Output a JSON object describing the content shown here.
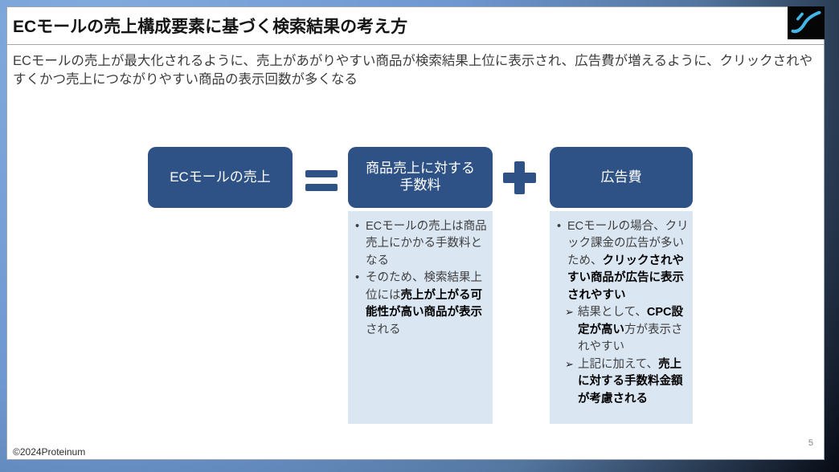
{
  "slide": {
    "title": "ECモールの売上構成要素に基づく検索結果の考え方",
    "lead": "ECモールの売上が最大化されるように、売上があがりやすい商品が検索結果上位に表示され、広告費が増えるように、クリックされやすくかつ売上につながりやすい商品の表示回数が多くなる",
    "footer": {
      "copyright": "©2024Proteinum",
      "page_number": "5"
    }
  },
  "equation": {
    "box_sales": "ECモールの売上",
    "commission_lines": [
      "商品売上に対する",
      "手数料"
    ],
    "box_ads": "広告費",
    "op_equals": "=",
    "op_plus": "+"
  },
  "commission_notes": {
    "items": [
      {
        "marker": "•",
        "level": 1,
        "segments": [
          {
            "text": "ECモールの売上は商品売上にかかる手数料となる",
            "bold": false
          }
        ]
      },
      {
        "marker": "•",
        "level": 1,
        "segments": [
          {
            "text": "そのため、検索結果上位には",
            "bold": false
          },
          {
            "text": "売上が上がる可能性が高い商品が表示",
            "bold": true
          },
          {
            "text": "される",
            "bold": false
          }
        ]
      }
    ]
  },
  "ads_notes": {
    "items": [
      {
        "marker": "•",
        "level": 1,
        "segments": [
          {
            "text": "ECモールの場合、クリック課金の広告が多いため、",
            "bold": false
          },
          {
            "text": "クリックされやすい商品が広告に表示されやすい",
            "bold": true
          }
        ]
      },
      {
        "marker": "➢",
        "level": 2,
        "segments": [
          {
            "text": "結果として、",
            "bold": false
          },
          {
            "text": "CPC設定が高い",
            "bold": true
          },
          {
            "text": "方が表示されやすい",
            "bold": false
          }
        ]
      },
      {
        "marker": "➢",
        "level": 2,
        "segments": [
          {
            "text": "上記に加えて、",
            "bold": false
          },
          {
            "text": "売上に対する手数料金額が考慮される",
            "bold": true
          }
        ]
      }
    ]
  },
  "colors": {
    "box_blue": "#2F5286",
    "panel_blue": "#DBE6F3",
    "logo_blue": "#45B5E8",
    "bg_light": "#82ABDE",
    "bg_dark": "#070B14",
    "text_dark": "#3C3C3C",
    "divider_gray": "#A6A6A6",
    "border_gray": "#9BA5B5"
  }
}
